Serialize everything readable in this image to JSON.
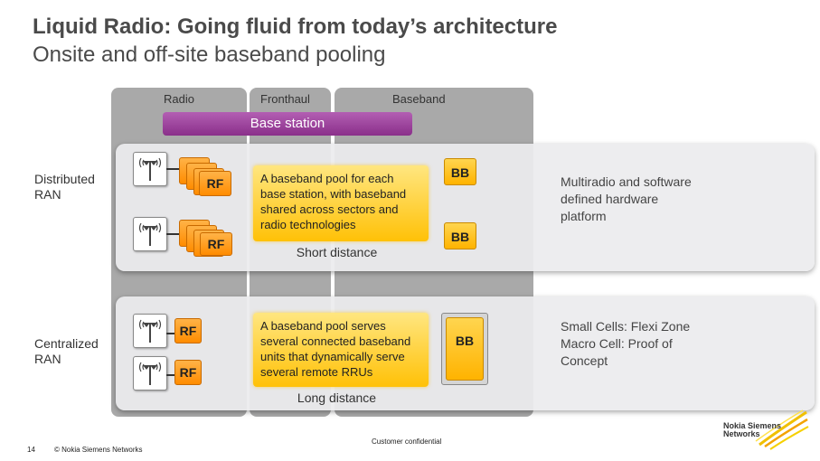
{
  "title": {
    "line1": "Liquid Radio: Going fluid from today’s architecture",
    "line2": "Onsite and off-site baseband pooling"
  },
  "columns": {
    "radio": "Radio",
    "fronthaul": "Fronthaul",
    "baseband": "Baseband"
  },
  "base_station": "Base station",
  "distributed": {
    "label": "Distributed\nRAN",
    "rf_top": "RF",
    "rf_bottom": "RF",
    "pool_text": "A baseband pool for each base station, with baseband shared across sectors and radio technologies",
    "bb_top": "BB",
    "bb_bottom": "BB",
    "distance": "Short distance",
    "side_text": "Multiradio and software defined hardware platform"
  },
  "centralized": {
    "label": "Centralized\nRAN",
    "rf_top": "RF",
    "rf_bottom": "RF",
    "pool_text": "A baseband pool serves several connected baseband units that dynamically serve several remote RRUs",
    "bb": "BB",
    "distance": "Long distance",
    "side_text": "Small Cells: Flexi Zone Macro Cell: Proof of Concept"
  },
  "footer": {
    "page": "14",
    "copyright": "© Nokia Siemens Networks",
    "confidential": "Customer confidential"
  },
  "logo": {
    "line1": "Nokia Siemens",
    "line2": "Networks"
  },
  "colors": {
    "column": "#a9a9a9",
    "base_station": "#9b3f9b",
    "rf": "#ff9900",
    "bb": "#ffc107",
    "band": "#ececee"
  },
  "icons": [
    "antenna-icon",
    "nsn-logo-icon"
  ]
}
